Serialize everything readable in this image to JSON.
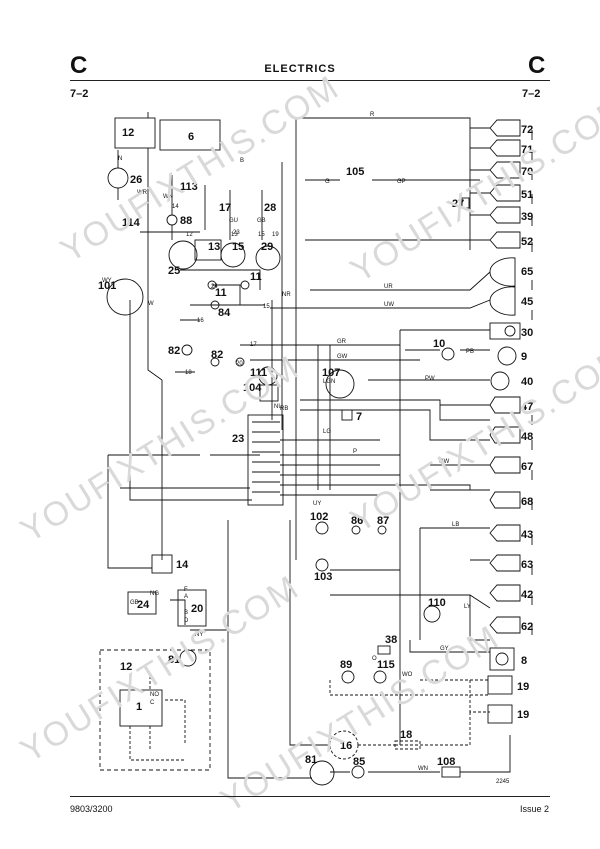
{
  "header": {
    "section_letter_left": "C",
    "section_letter_right": "C",
    "title": "ELECTRICS",
    "section_number_left": "7–2",
    "section_number_right": "7–2"
  },
  "footer": {
    "doc_code": "9803/3200",
    "issue": "Issue 2",
    "figure_id": "2245"
  },
  "watermark": "YOUFIXTHIS.COM",
  "components": {
    "c72": "72",
    "c71": "71",
    "c70": "70",
    "c51": "51",
    "c27": "27",
    "c39": "39",
    "c52": "52",
    "c65": "65",
    "c45": "45",
    "c30": "30",
    "c9": "9",
    "c40": "40",
    "c47": "47",
    "c48": "48",
    "c67": "67",
    "c68": "68",
    "c43": "43",
    "c63": "63",
    "c42": "42",
    "c62": "62",
    "c8": "8",
    "c19a": "19",
    "c19b": "19",
    "c12a": "12",
    "c6": "6",
    "c26": "26",
    "c113": "113",
    "c17": "17",
    "c28": "28",
    "c88": "88",
    "c114": "114",
    "c13": "13",
    "c25": "25",
    "c15": "15",
    "c29": "29",
    "c11a": "11",
    "c11b": "11",
    "c84": "84",
    "c101": "101",
    "c105": "105",
    "c10": "10",
    "c82a": "82",
    "c82b": "82",
    "c111": "111",
    "c107": "107",
    "c104": "104",
    "c7": "7",
    "c23": "23",
    "c102": "102",
    "c86": "86",
    "c87": "87",
    "c103": "103",
    "c14": "14",
    "c24": "24",
    "c20": "20",
    "c110": "110",
    "c12b": "12",
    "c81a": "81",
    "c1": "1",
    "c38": "38",
    "c89": "89",
    "c115": "115",
    "c16": "16",
    "c18": "18",
    "c81b": "81",
    "c85": "85",
    "c108": "108"
  },
  "wire_codes": {
    "R": "R",
    "B": "B",
    "N": "N",
    "WR": "WR",
    "WY": "WY",
    "W": "W",
    "WN": "WN",
    "GU": "GU",
    "GB": "GB",
    "G": "G",
    "GP": "GP",
    "UR": "UR",
    "UW": "UW",
    "NR": "NR",
    "GR": "GR",
    "GW": "GW",
    "NU": "NU",
    "LGN": "LGN",
    "LG": "LG",
    "PW": "PW",
    "P": "P",
    "PB": "PB",
    "LB": "LB",
    "UY": "UY",
    "LY": "LY",
    "GY": "GY",
    "NG": "NG",
    "NY": "NY",
    "WO": "WO",
    "O": "O",
    "RB": "RB",
    "WN2": "WN",
    "GW2": "GW"
  },
  "terminal_markers": {
    "t12": "12",
    "t13": "13",
    "t15": "15",
    "t14": "14",
    "t19": "19",
    "t16": "16",
    "t17": "17",
    "t18": "18",
    "t20": "20",
    "t23": "23",
    "t24": "24",
    "t15b": "15",
    "tGB": "GB",
    "tA": "A",
    "tB": "B",
    "tD": "D",
    "tF": "F",
    "tNO": "NO",
    "tC": "C"
  }
}
